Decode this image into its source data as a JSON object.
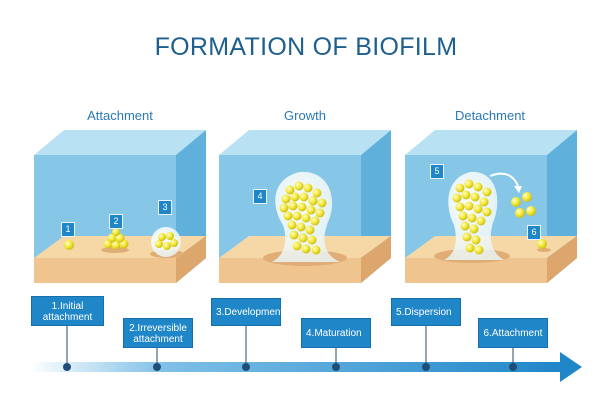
{
  "title": "FORMATION OF BIOFILM",
  "stages": [
    "Attachment",
    "Growth",
    "Detachment"
  ],
  "markers": [
    "1",
    "2",
    "3",
    "4",
    "5",
    "6"
  ],
  "steps": [
    "1.Initial attachment",
    "2.Irreversible attachment",
    "3.Development",
    "4.Maturation",
    "5.Dispersion",
    "6.Attachment"
  ],
  "colors": {
    "title": "#1d5f8f",
    "box": "#1f86c8",
    "water": "#7fc2e4",
    "sand": "#f1c995",
    "cell": "#f2e830",
    "arrow": "#1f86c8"
  }
}
